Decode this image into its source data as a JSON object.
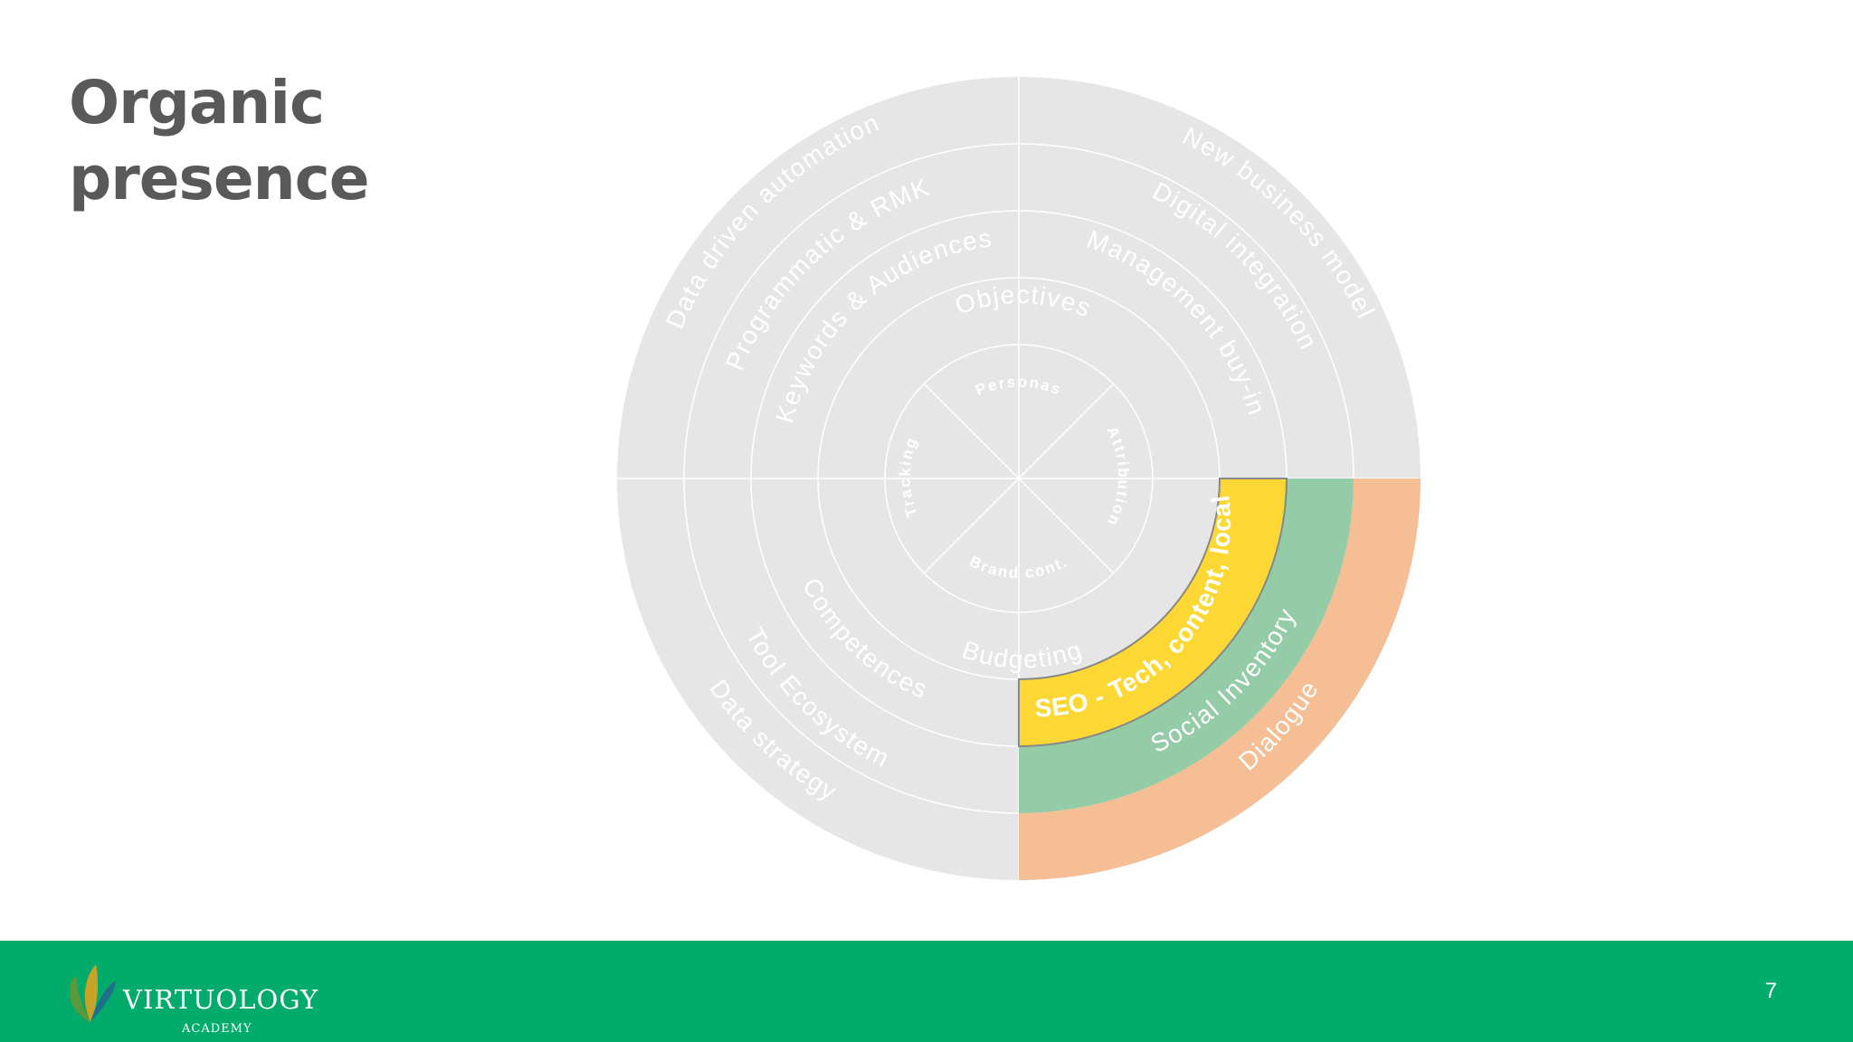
{
  "slide": {
    "title_line1": "Organic",
    "title_line2": "presence",
    "page_number": "7"
  },
  "footer": {
    "brand_name": "VIRTUOLOGY",
    "brand_sub": "ACADEMY",
    "background_color": "#00ab6b"
  },
  "diagram": {
    "base_color": "#e6e6e6",
    "highlight_colors": {
      "seo": "#fdd835",
      "social": "#93cca7",
      "dialogue": "#f5be94"
    },
    "center": {
      "top": "Personas",
      "right": "Attribution",
      "bottom": "Brand cont.",
      "left": "Tracking"
    },
    "rings": [
      {
        "top_left": "Keywords & Audiences",
        "top_right": "Objectives",
        "bottom_left": "Competences",
        "bottom_right": "SEO - Tech, content, local",
        "bottom_center": "Budgeting"
      },
      {
        "top_left": "Programmatic & RMK",
        "top_right": "Management buy-in",
        "bottom_left": "Tool Ecosystem",
        "bottom_right": "Social Inventory"
      },
      {
        "top_left": "Data driven automation",
        "top_right": "Digital integration",
        "bottom_left": "Data strategy",
        "bottom_right": "Dialogue"
      },
      {
        "top_right": "New business model"
      }
    ]
  }
}
